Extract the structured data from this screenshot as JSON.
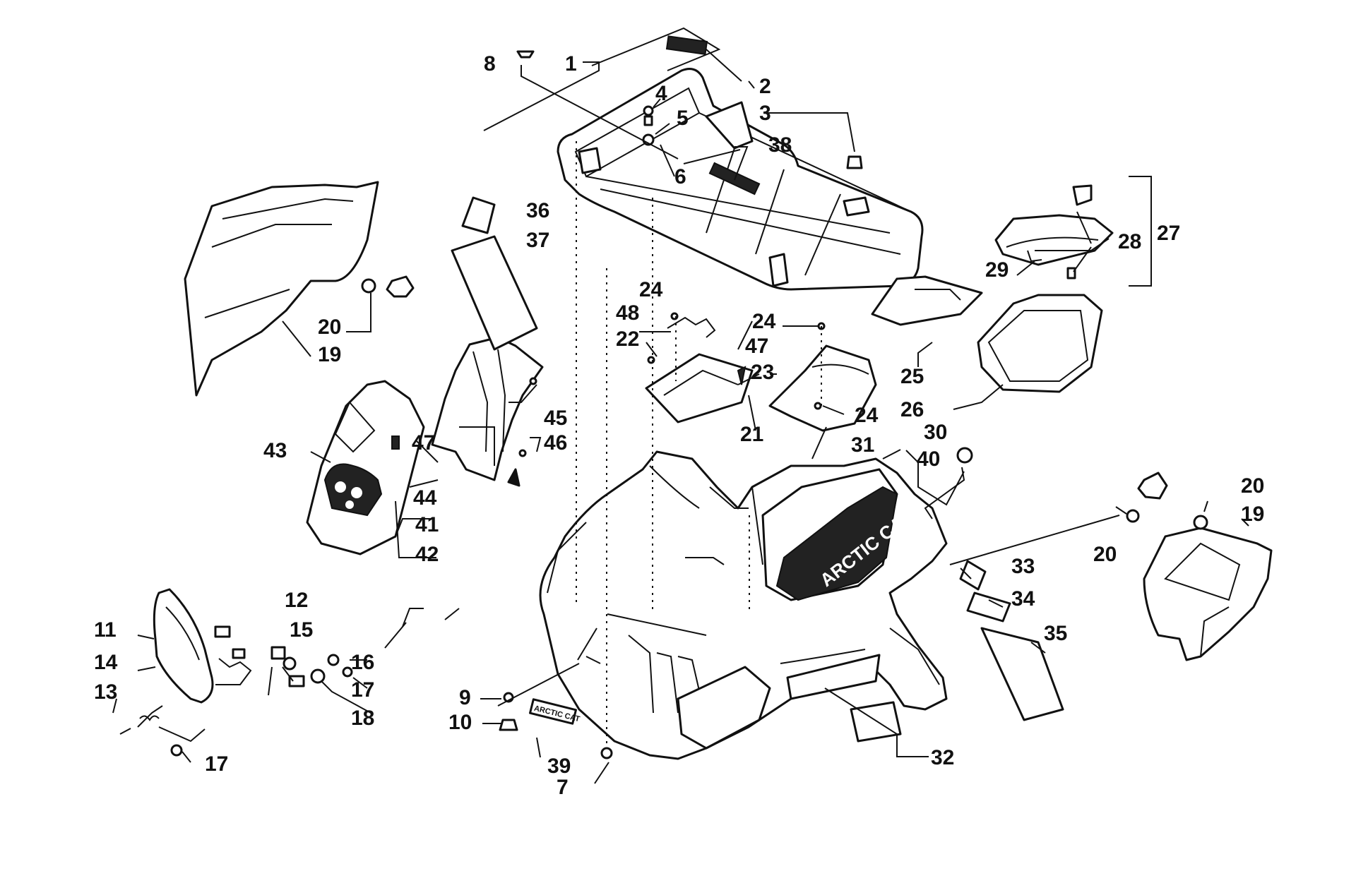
{
  "brand_decal": "ARCTIC CAT",
  "callouts": [
    "1",
    "2",
    "3",
    "4",
    "5",
    "6",
    "7",
    "8",
    "9",
    "10",
    "11",
    "12",
    "13",
    "14",
    "15",
    "16",
    "17",
    "18",
    "19",
    "20",
    "21",
    "22",
    "23",
    "24",
    "25",
    "26",
    "27",
    "28",
    "29",
    "30",
    "31",
    "32",
    "33",
    "34",
    "35",
    "36",
    "37",
    "38",
    "39",
    "40",
    "41",
    "42",
    "43",
    "44",
    "45",
    "46",
    "47",
    "48"
  ]
}
